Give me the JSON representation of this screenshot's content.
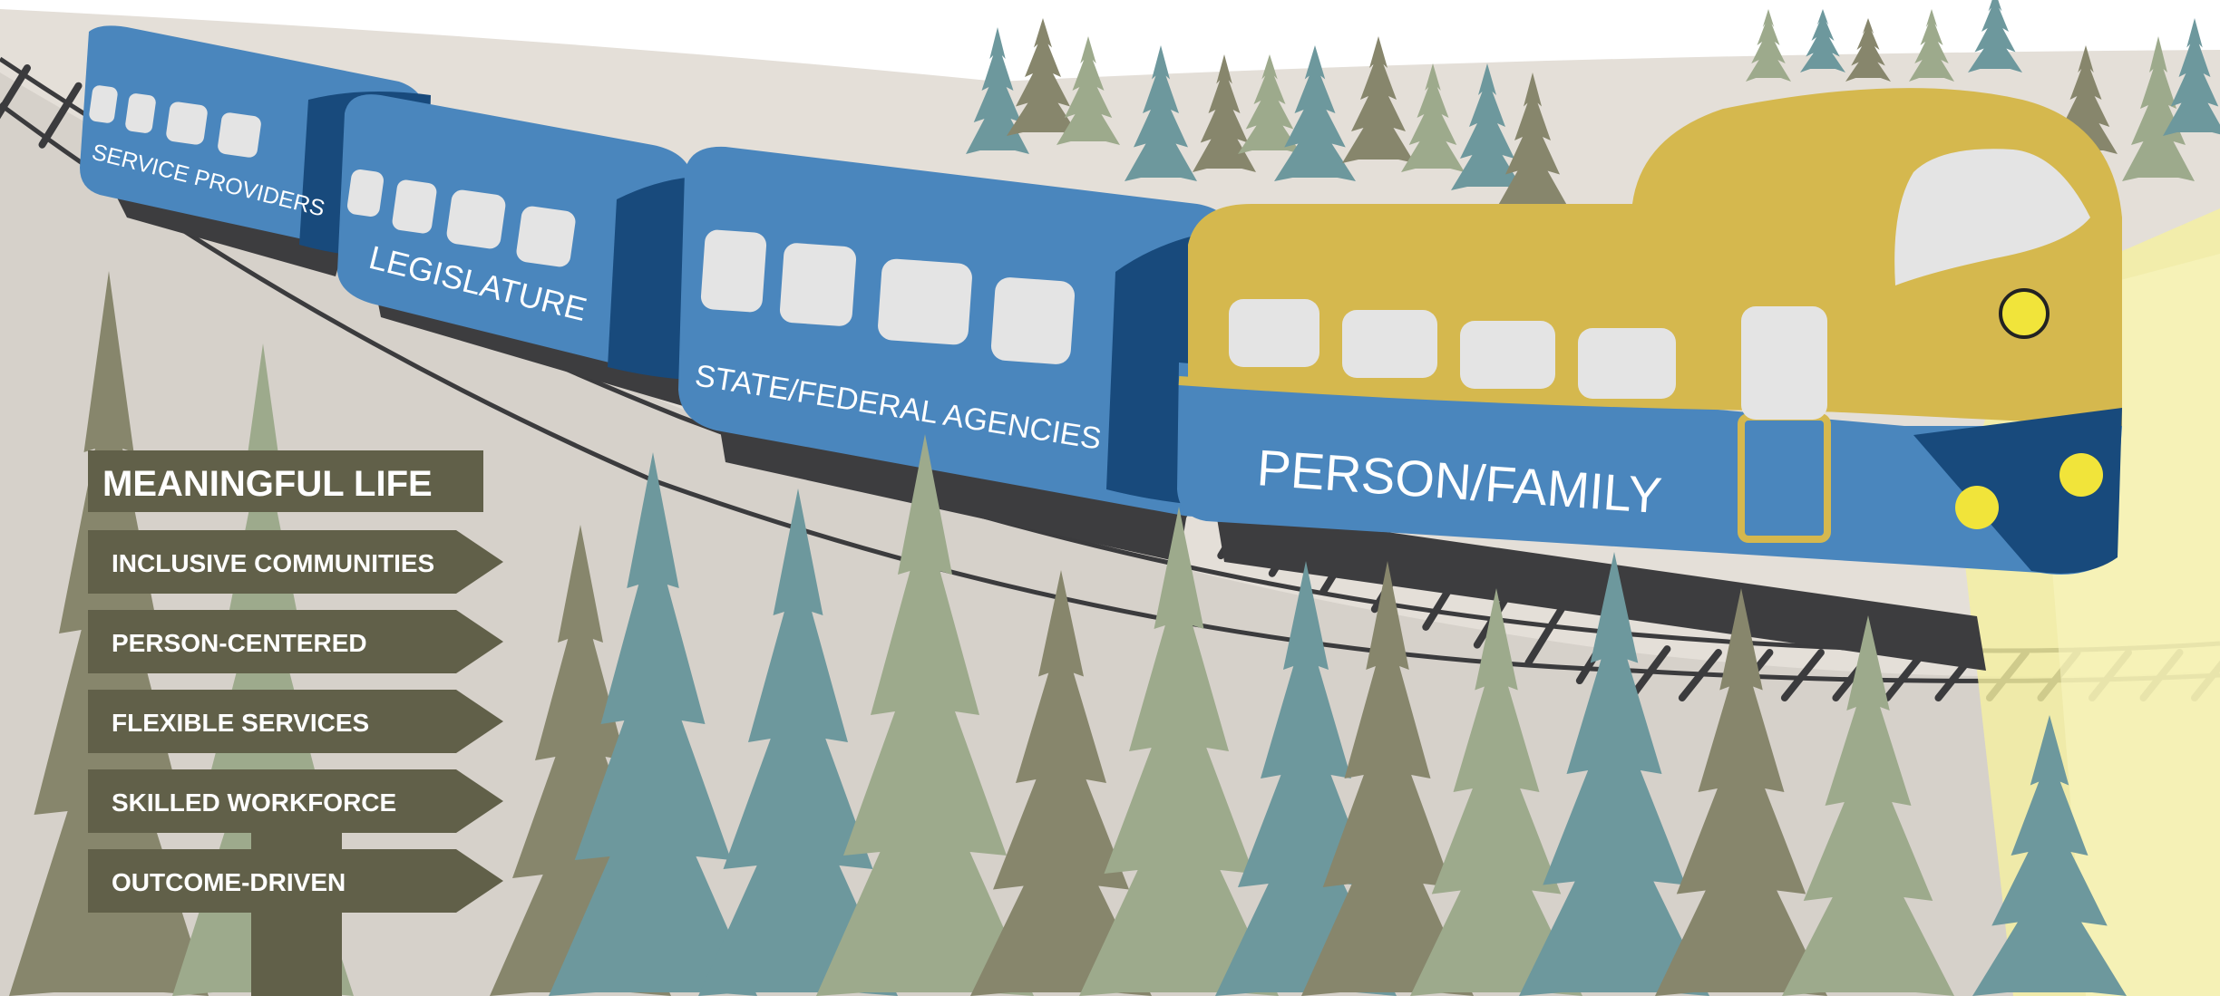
{
  "colors": {
    "sky": "#ffffff",
    "hill_far": "#e4dfd8",
    "hill_near": "#d6d1ca",
    "tree_teal": "#6d989d",
    "tree_olive": "#87866c",
    "tree_sage": "#9daa8c",
    "car_blue": "#4a86bd",
    "car_blue_dark": "#184a7c",
    "engine_gold": "#d5b84e",
    "window": "#e4e4e4",
    "undercarriage": "#3d3d3f",
    "track": "#3b3b3d",
    "sign": "#616049",
    "headlight": "#f1e43a",
    "beam": "#f5f0a0"
  },
  "train": {
    "cars": [
      {
        "label": "SERVICE PROVIDERS"
      },
      {
        "label": "LEGISLATURE"
      },
      {
        "label": "STATE/FEDERAL AGENCIES"
      }
    ],
    "engine": {
      "label": "PERSON/FAMILY"
    }
  },
  "signpost": {
    "title": "MEANINGFUL LIFE",
    "arrows": [
      {
        "label": "INCLUSIVE COMMUNITIES"
      },
      {
        "label": "PERSON-CENTERED"
      },
      {
        "label": "FLEXIBLE SERVICES"
      },
      {
        "label": "SKILLED WORKFORCE"
      },
      {
        "label": "OUTCOME-DRIVEN"
      }
    ]
  }
}
